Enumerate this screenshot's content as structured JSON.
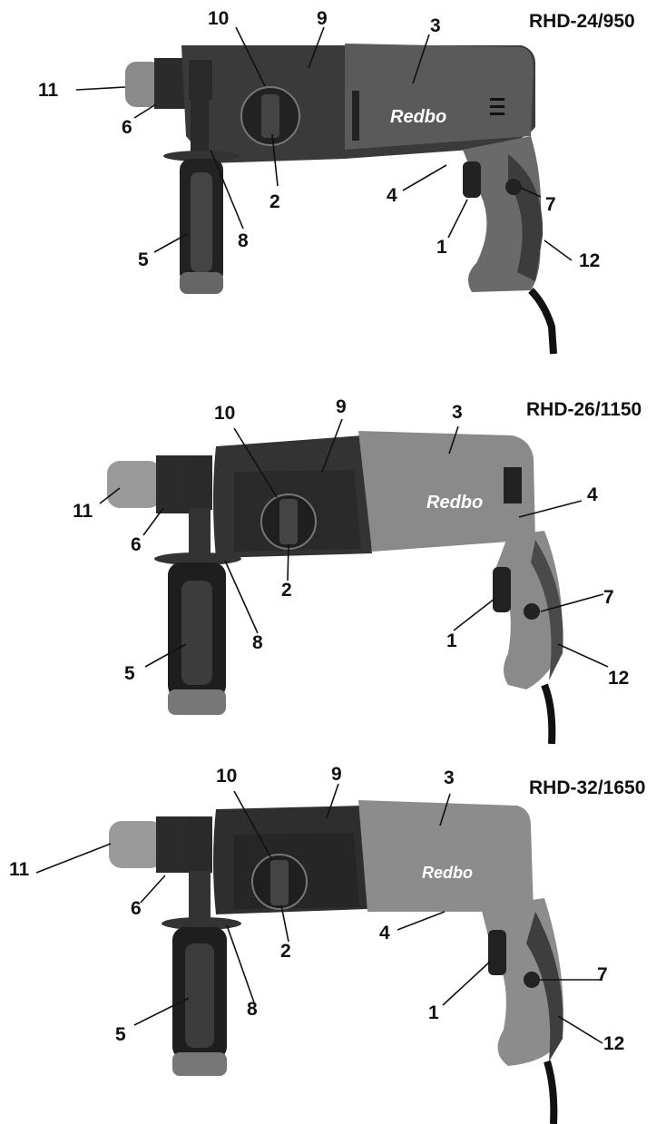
{
  "brand": "Redbo",
  "panels": [
    {
      "model": "RHD-24/950",
      "callouts": {
        "c1": "1",
        "c2": "2",
        "c3": "3",
        "c4": "4",
        "c5": "5",
        "c6": "6",
        "c7": "7",
        "c8": "8",
        "c9": "9",
        "c10": "10",
        "c11": "11",
        "c12": "12"
      }
    },
    {
      "model": "RHD-26/1150",
      "callouts": {
        "c1": "1",
        "c2": "2",
        "c3": "3",
        "c4": "4",
        "c5": "5",
        "c6": "6",
        "c7": "7",
        "c8": "8",
        "c9": "9",
        "c10": "10",
        "c11": "11",
        "c12": "12"
      }
    },
    {
      "model": "RHD-32/1650",
      "callouts": {
        "c1": "1",
        "c2": "2",
        "c3": "3",
        "c4": "4",
        "c5": "5",
        "c6": "6",
        "c7": "7",
        "c8": "8",
        "c9": "9",
        "c10": "10",
        "c11": "11",
        "c12": "12"
      }
    }
  ],
  "colors": {
    "housing_dark": "#3a3a3a",
    "housing_mid": "#6f6f6f",
    "housing_light": "#9a9a9a",
    "grip_black": "#1e1e1e"
  }
}
